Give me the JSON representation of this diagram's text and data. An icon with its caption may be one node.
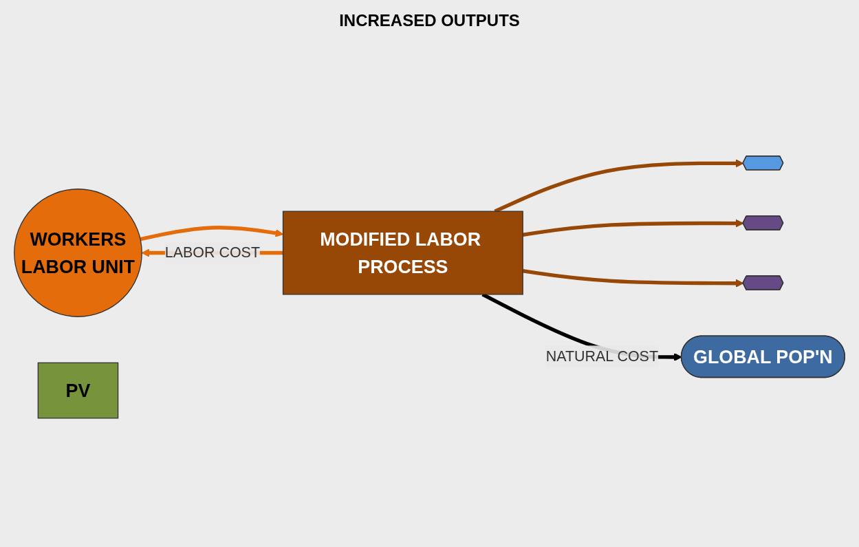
{
  "diagram": {
    "nodes": [
      {
        "text": [
          "WORKERS",
          "LABOR UNIT"
        ]
      },
      {
        "text": [
          "MODIFIED LABOR PROCESS"
        ]
      },
      {
        "text": [],
        "shape": "hexagon"
      },
      {
        "text": [],
        "shape": "hexagon"
      },
      {
        "text": [],
        "shape": "hexagon"
      },
      {
        "text": [
          "PV"
        ]
      },
      {
        "text": [
          "GLOBAL POP'N"
        ]
      }
    ],
    "edges": [
      {
        "from": 1,
        "to": 0,
        "arrow": "to",
        "label": "LABOR COST",
        "color": "#e46c0a"
      },
      {
        "from": 0,
        "to": 1,
        "arrow": "to",
        "color": "#e46c0a"
      },
      {
        "from": 1,
        "to": 2,
        "arrow": "to"
      },
      {
        "from": 1,
        "to": 3,
        "arrow": "to"
      },
      {
        "from": 1,
        "to": 4,
        "arrow": "to"
      },
      {
        "from": 1,
        "to": 6,
        "arrow": "to",
        "label": "NATURAL COST",
        "color": "#000000"
      }
    ],
    "labels": [
      "INCREASED OUTPUTS"
    ]
  }
}
